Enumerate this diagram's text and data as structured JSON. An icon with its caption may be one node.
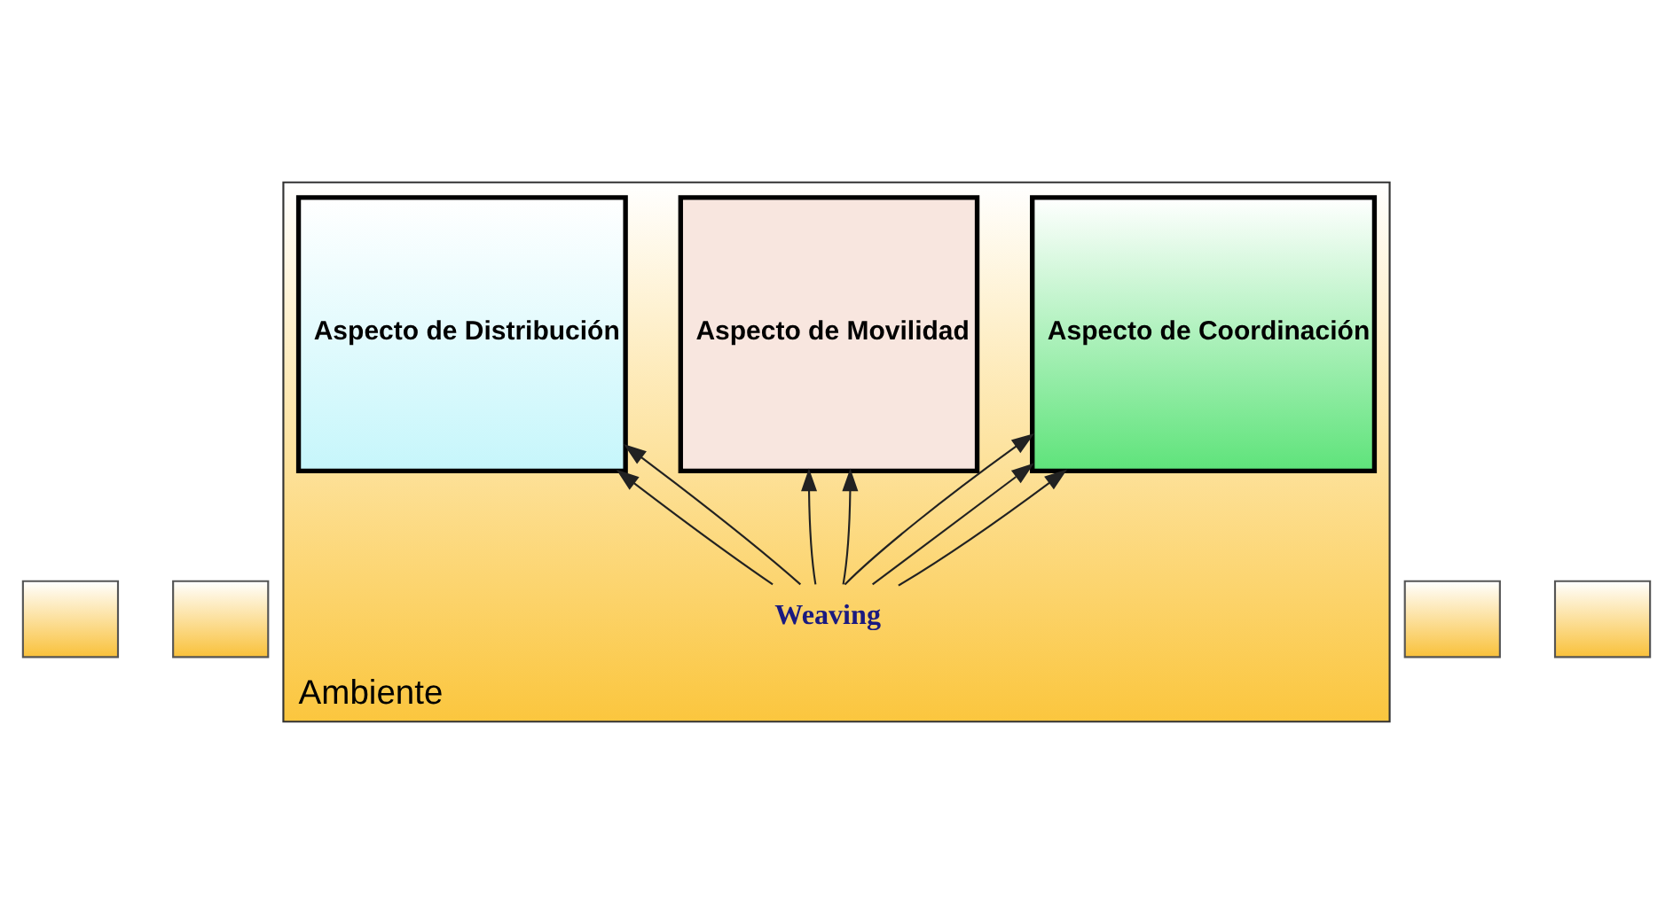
{
  "diagram": {
    "nodes": [
      {
        "text": [
          "Ambiente"
        ]
      },
      {
        "text": [
          "Aspecto de Distribución"
        ],
        "in": 0
      },
      {
        "text": [
          "Aspecto de Movilidad"
        ],
        "in": 0
      },
      {
        "text": [
          "Aspecto de Coordinación"
        ],
        "in": 0
      },
      {
        "text": [
          "Weaving"
        ],
        "in": 0
      },
      {
        "text": [],
        "shape": "box"
      },
      {
        "text": [],
        "shape": "box"
      },
      {
        "text": [],
        "shape": "box"
      },
      {
        "text": [],
        "shape": "box"
      }
    ],
    "edges": [
      {
        "from": 4,
        "to": 1,
        "arrow": "to"
      },
      {
        "from": 4,
        "to": 1,
        "arrow": "to"
      },
      {
        "from": 4,
        "to": 2,
        "arrow": "to"
      },
      {
        "from": 4,
        "to": 2,
        "arrow": "to"
      },
      {
        "from": 4,
        "to": 3,
        "arrow": "to"
      },
      {
        "from": 4,
        "to": 3,
        "arrow": "to"
      },
      {
        "from": 4,
        "to": 3,
        "arrow": "to"
      }
    ]
  }
}
